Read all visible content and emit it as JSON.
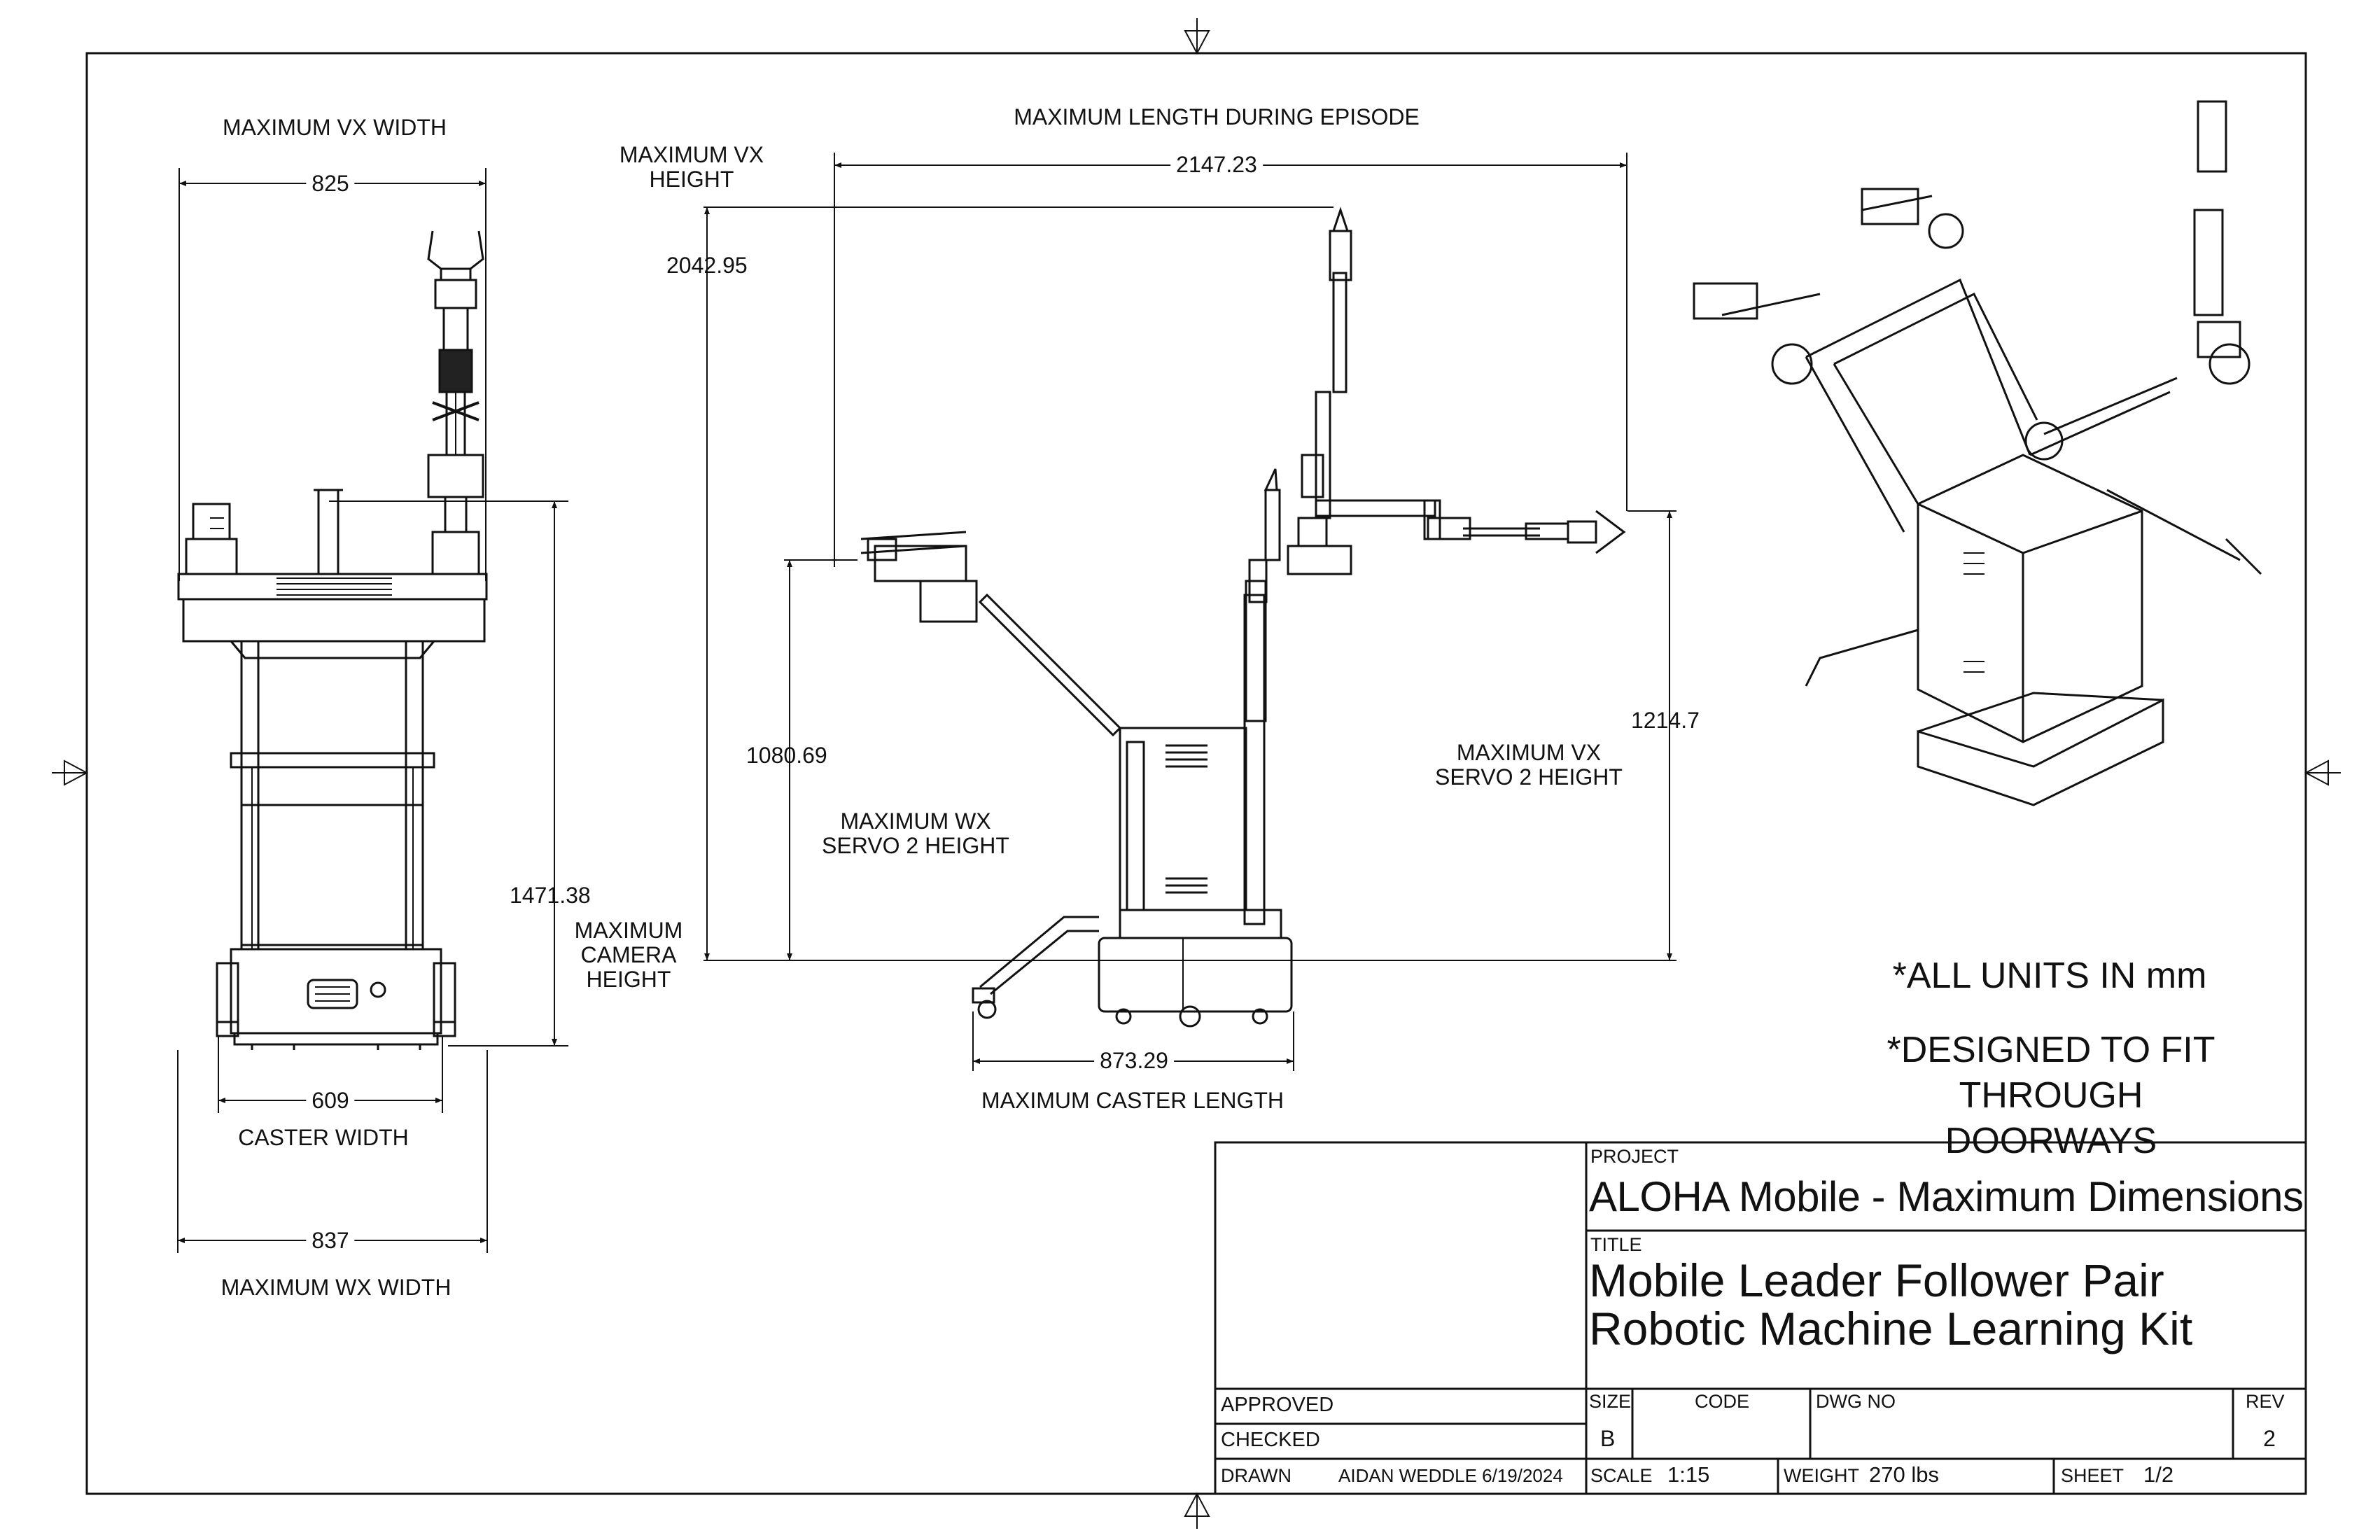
{
  "labels": {
    "max_vx_width": "MAXIMUM VX WIDTH",
    "max_vx_height": "MAXIMUM VX\nHEIGHT",
    "max_length_episode": "MAXIMUM LENGTH DURING EPISODE",
    "max_wx_servo2_height": "MAXIMUM WX\nSERVO 2 HEIGHT",
    "max_vx_servo2_height": "MAXIMUM VX\nSERVO 2 HEIGHT",
    "max_camera_height": "MAXIMUM\nCAMERA\nHEIGHT",
    "caster_width": "CASTER WIDTH",
    "max_wx_width": "MAXIMUM WX WIDTH",
    "max_caster_length": "MAXIMUM CASTER LENGTH"
  },
  "dimensions": {
    "vx_width": "825",
    "wx_width": "837",
    "caster_width": "609",
    "camera_height": "1471.38",
    "vx_height": "2042.95",
    "episode_length": "2147.23",
    "wx_servo2_height": "1080.69",
    "vx_servo2_height": "1214.7",
    "caster_length": "873.29"
  },
  "notes": {
    "units": "*ALL UNITS IN mm",
    "doorways": "*DESIGNED TO FIT\nTHROUGH DOORWAYS"
  },
  "title_block": {
    "project_label": "PROJECT",
    "project": "ALOHA Mobile - Maximum Dimensions",
    "title_label": "TITLE",
    "title": "Mobile Leader Follower Pair\nRobotic Machine Learning Kit",
    "approved_label": "APPROVED",
    "checked_label": "CHECKED",
    "drawn_label": "DRAWN",
    "drawn_by": "AIDAN WEDDLE 6/19/2024",
    "size_label": "SIZE",
    "size": "B",
    "code_label": "CODE",
    "dwg_no_label": "DWG NO",
    "rev_label": "REV",
    "rev": "2",
    "scale_label": "SCALE",
    "scale": "1:15",
    "weight_label": "WEIGHT",
    "weight": "270 lbs",
    "sheet_label": "SHEET",
    "sheet": "1/2"
  }
}
